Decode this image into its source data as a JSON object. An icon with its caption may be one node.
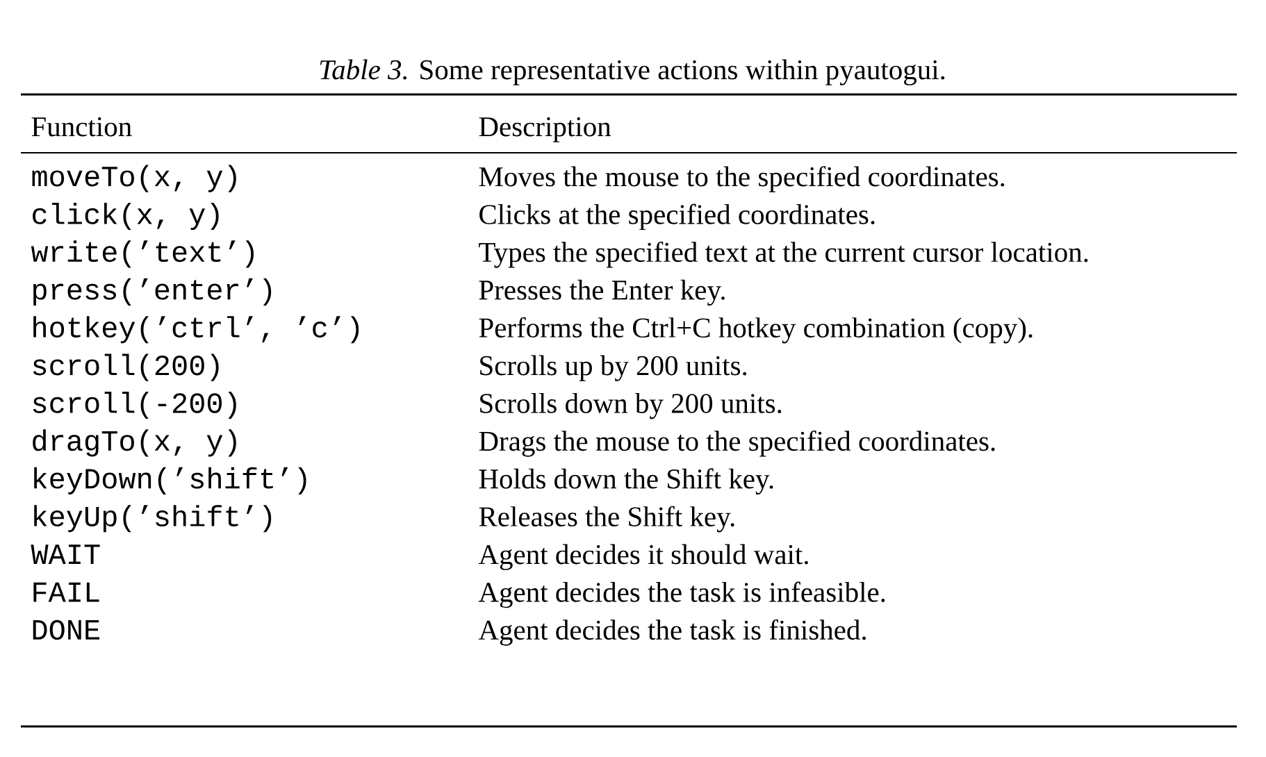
{
  "diagram": {
    "title": "*Table 3.* Some representative actions within pyautogui.",
    "labels": [
      "Function",
      "Description",
      "moveTo(x, y)",
      "Moves the mouse to the specified coordinates.",
      "click(x, y)",
      "Clicks at the specified coordinates.",
      "write(’text’)",
      "Types the specified text at the current cursor location.",
      "press(’enter’)",
      "Presses the Enter key.",
      "hotkey(’ctrl’, ’c’)",
      "Performs the Ctrl+C hotkey combination (copy).",
      "scroll(200)",
      "Scrolls up by 200 units.",
      "scroll(-200)",
      "Scrolls down by 200 units.",
      "dragTo(x, y)",
      "Drags the mouse to the specified coordinates.",
      "keyDown(’shift’)",
      "Holds down the Shift key.",
      "keyUp(’shift’)",
      "Releases the Shift key.",
      "WAIT",
      "Agent decides it should wait.",
      "FAIL",
      "Agent decides the task is infeasible.",
      "DONE",
      "Agent decides the task is finished."
    ]
  }
}
